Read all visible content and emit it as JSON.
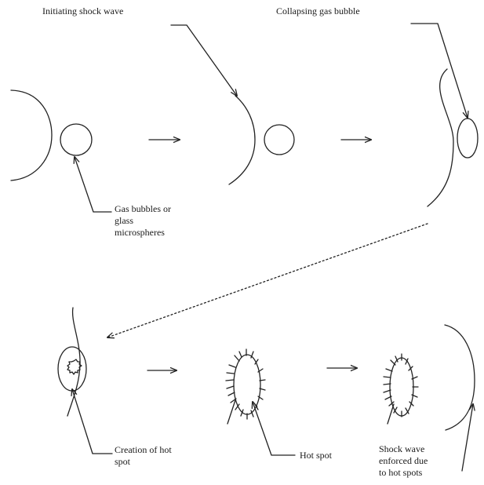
{
  "labels": {
    "initiating_shock_wave": "Initiating shock wave",
    "collapsing_gas_bubble": "Collapsing gas bubble",
    "gas_bubbles": "Gas bubbles or\nglass\nmicrospheres",
    "creation_hot_spot": "Creation of hot\nspot",
    "hot_spot": "Hot spot",
    "shock_wave_enforced": "Shock wave\nenforced due\nto hot spots"
  },
  "colors": {
    "ink": "#222222",
    "background": "#ffffff"
  }
}
